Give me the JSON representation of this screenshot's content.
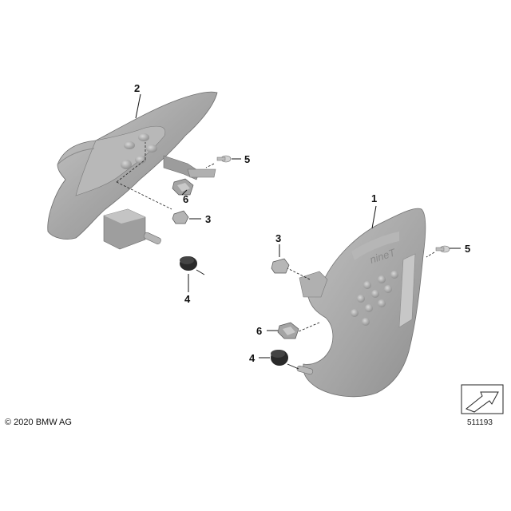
{
  "callouts": {
    "left_cover": "2",
    "left_screw": "5",
    "left_clip": "6",
    "left_nut": "3",
    "left_grommet": "4",
    "right_cover": "1",
    "right_nut": "3",
    "right_screw": "5",
    "right_clip": "6",
    "right_grommet": "4"
  },
  "cover_logo_text": "nineT",
  "copyright": "© 2020 BMW AG",
  "diagram_id": "511193",
  "colors": {
    "part_fill": "#a9a9a9",
    "part_light": "#c4c4c4",
    "part_dark": "#7c7c7c",
    "line": "#111111"
  }
}
